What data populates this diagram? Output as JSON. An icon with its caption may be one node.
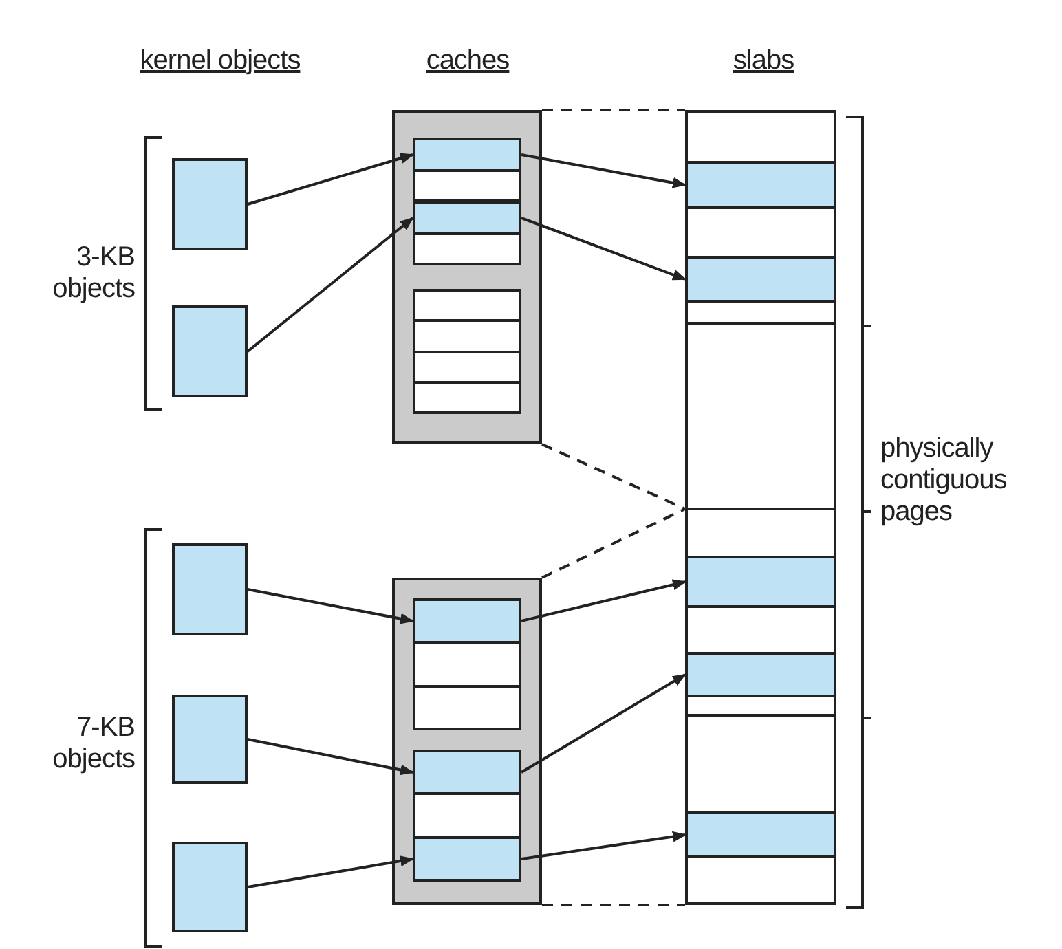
{
  "diagram": {
    "nodes": [
      {
        "text": [],
        "shape": "box"
      },
      {
        "text": [],
        "shape": "box"
      },
      {
        "text": [],
        "shape": "box"
      },
      {
        "text": [],
        "shape": "box"
      },
      {
        "text": [],
        "shape": "box"
      },
      {
        "text": [],
        "shape": "box"
      },
      {
        "text": [],
        "shape": "box",
        "in": 5
      },
      {
        "text": [],
        "shape": "box",
        "in": 6
      },
      {
        "text": [],
        "shape": "box",
        "in": 6
      },
      {
        "text": [],
        "shape": "box",
        "in": 5
      },
      {
        "text": [],
        "shape": "box"
      },
      {
        "text": [],
        "shape": "box",
        "in": 10
      },
      {
        "text": [],
        "shape": "box",
        "in": 11
      },
      {
        "text": [],
        "shape": "box",
        "in": 10
      },
      {
        "text": [],
        "shape": "box",
        "in": 13
      },
      {
        "text": [],
        "shape": "box",
        "in": 13
      },
      {
        "text": [],
        "shape": "box"
      },
      {
        "text": [],
        "shape": "box",
        "in": 16
      },
      {
        "text": [],
        "shape": "box",
        "in": 16
      },
      {
        "text": [],
        "shape": "box",
        "in": 16
      },
      {
        "text": [],
        "shape": "box",
        "in": 16
      },
      {
        "text": [],
        "shape": "box",
        "in": 16
      }
    ],
    "edges": [
      {
        "from": 0,
        "to": 7,
        "arrow": "to"
      },
      {
        "from": 1,
        "to": 8,
        "arrow": "to"
      },
      {
        "from": 7,
        "to": 17,
        "arrow": "to"
      },
      {
        "from": 8,
        "to": 18,
        "arrow": "to"
      },
      {
        "from": 5,
        "to": 16,
        "arrow": "none",
        "style": "dashed"
      },
      {
        "from": 5,
        "to": 16,
        "arrow": "none",
        "style": "dashed"
      },
      {
        "from": 10,
        "to": 16,
        "arrow": "none",
        "style": "dashed"
      },
      {
        "from": 2,
        "to": 12,
        "arrow": "to"
      },
      {
        "from": 12,
        "to": 19,
        "arrow": "to"
      },
      {
        "from": 3,
        "to": 14,
        "arrow": "to"
      },
      {
        "from": 14,
        "to": 20,
        "arrow": "to"
      },
      {
        "from": 4,
        "to": 15,
        "arrow": "to"
      },
      {
        "from": 15,
        "to": 21,
        "arrow": "to"
      },
      {
        "from": 10,
        "to": 16,
        "arrow": "none",
        "style": "dashed"
      }
    ],
    "labels": [
      "kernel objects",
      "caches",
      "slabs",
      "3-KB objects",
      "physically contiguous pages",
      "7-KB objects"
    ]
  }
}
